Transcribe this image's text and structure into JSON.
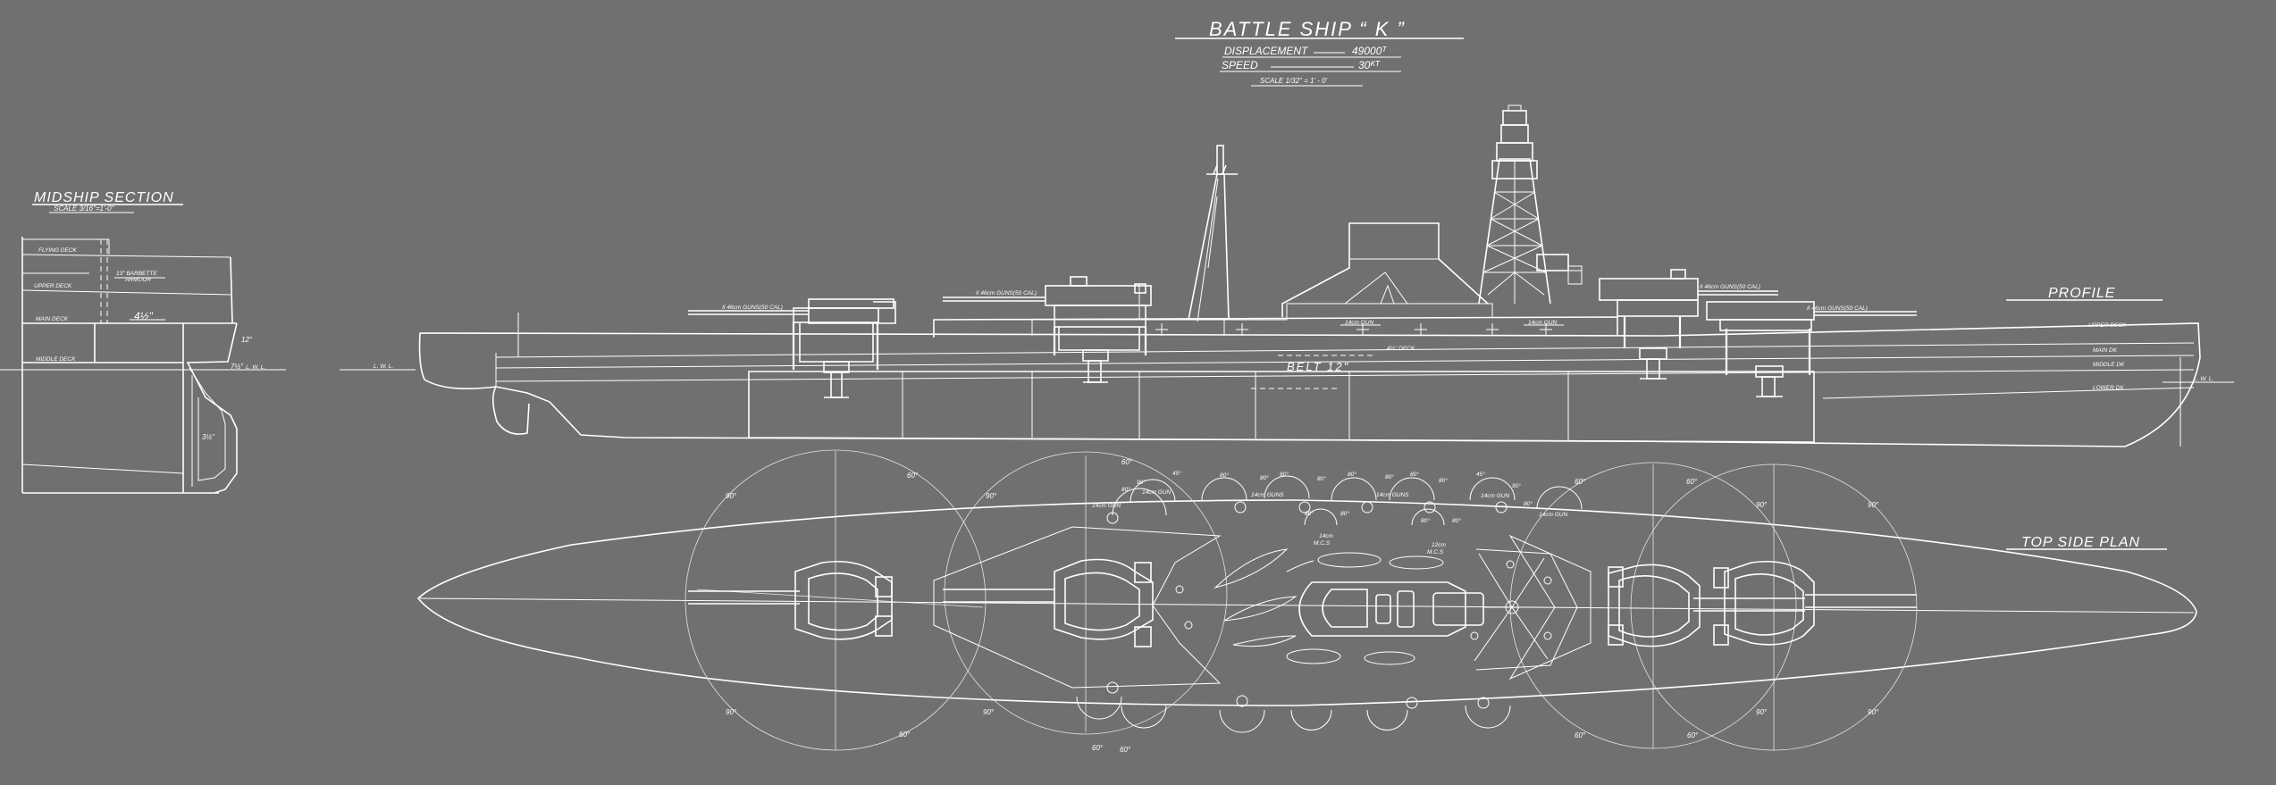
{
  "title": "BATTLE SHIP  “ K ”",
  "specs": [
    {
      "label": "DISPLACEMENT",
      "value": "49000ᵀ"
    },
    {
      "label": "SPEED",
      "value": "30ᴷᵀ"
    }
  ],
  "scale": "SCALE 1/32\" = 1' - 0'",
  "midship": {
    "title": "MIDSHIP SECTION",
    "scale": "SCALE 3/16\"=1'-0\"",
    "decks": [
      "FLYING DECK",
      "UPPER DECK",
      "MAIN DECK",
      "MIDDLE DECK"
    ],
    "barbette": [
      "13\" BARBETTE",
      "ARMOUR"
    ],
    "deck_armour": "4½\"",
    "dims": [
      "12\"",
      "7½\"",
      "3½\""
    ],
    "waterline": "L. W. L."
  },
  "profile": {
    "title": "PROFILE",
    "deck_labels": [
      "UPPER DECK",
      "MAIN DK",
      "MIDDLE DK",
      "LOWER DK"
    ],
    "gun_labels": [
      "II  46cm GUNS(50 CAL)",
      "II  46cm GUNS(50 CAL)",
      "II  46cm GUNS(50 CAL)",
      "II  46cm GUNS(50 CAL)"
    ],
    "secondary_labels": [
      "14cm GUN",
      "14cm GUN"
    ],
    "deck_armour": "4½\" DECK",
    "belt": "BELT  12\"",
    "waterline": "L. W. L."
  },
  "plan": {
    "title": "TOP SIDE PLAN",
    "arc_labels": [
      "60°",
      "90°",
      "90°",
      "60°",
      "60°",
      "90°",
      "90°",
      "60°",
      "60°",
      "60°",
      "60°",
      "90°",
      "90°",
      "60°",
      "60°",
      "90°",
      "90°"
    ],
    "sec_angles": [
      "90°",
      "80°",
      "45°",
      "80°",
      "80°",
      "80°",
      "80°",
      "80°",
      "80°",
      "80°",
      "80°",
      "45°",
      "90°",
      "80°",
      "80°",
      "80°",
      "80°",
      "80°"
    ],
    "sec_labels": [
      "14cm GUN",
      "14cm GUN",
      "14cm GUNS",
      "14cm GUNS",
      "14cm GUN",
      "14cm GUN"
    ],
    "mcs_labels": [
      "14cm",
      "M.C.S",
      "12cm",
      "M.C.S"
    ]
  }
}
